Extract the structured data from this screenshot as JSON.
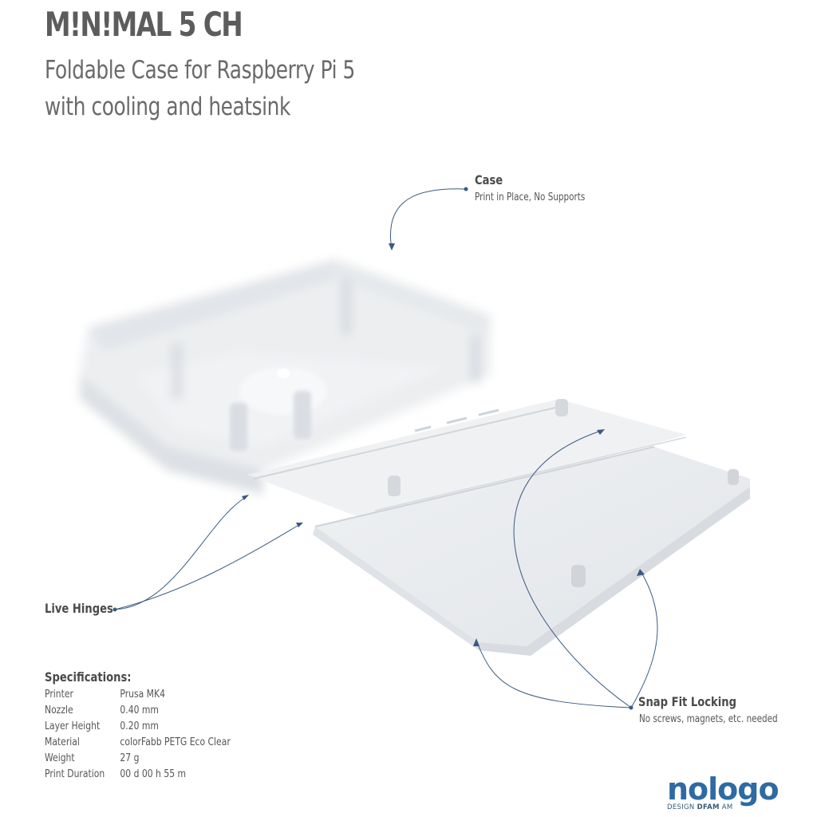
{
  "header": {
    "title": "M!N!MAL 5 CH",
    "subtitle_line1": "Foldable Case for Raspberry Pi 5",
    "subtitle_line2": "with cooling and heatsink"
  },
  "callouts": {
    "case": {
      "title": "Case",
      "detail": "Print in Place, No Supports"
    },
    "hinges": {
      "title": "Live Hinges"
    },
    "snap": {
      "title": "Snap Fit Locking",
      "detail": "No screws, magnets, etc. needed"
    }
  },
  "specifications": {
    "heading": "Specifications:",
    "rows": [
      {
        "key": "Printer",
        "value": "Prusa MK4"
      },
      {
        "key": "Nozzle",
        "value": "0.40 mm"
      },
      {
        "key": "Layer Height",
        "value": "0.20 mm"
      },
      {
        "key": "Material",
        "value": "colorFabb PETG Eco Clear"
      },
      {
        "key": "Weight",
        "value": "27 g"
      },
      {
        "key": "Print Duration",
        "value": "00 d 00 h 55 m"
      }
    ]
  },
  "logo": {
    "word": "nologo",
    "tag_prefix": "DESIGN",
    "tag_bold": "DFAM",
    "tag_suffix": "AM"
  },
  "colors": {
    "accent": "#2e6aa3",
    "text": "#5a5a5a",
    "line": "#3b5a80"
  }
}
